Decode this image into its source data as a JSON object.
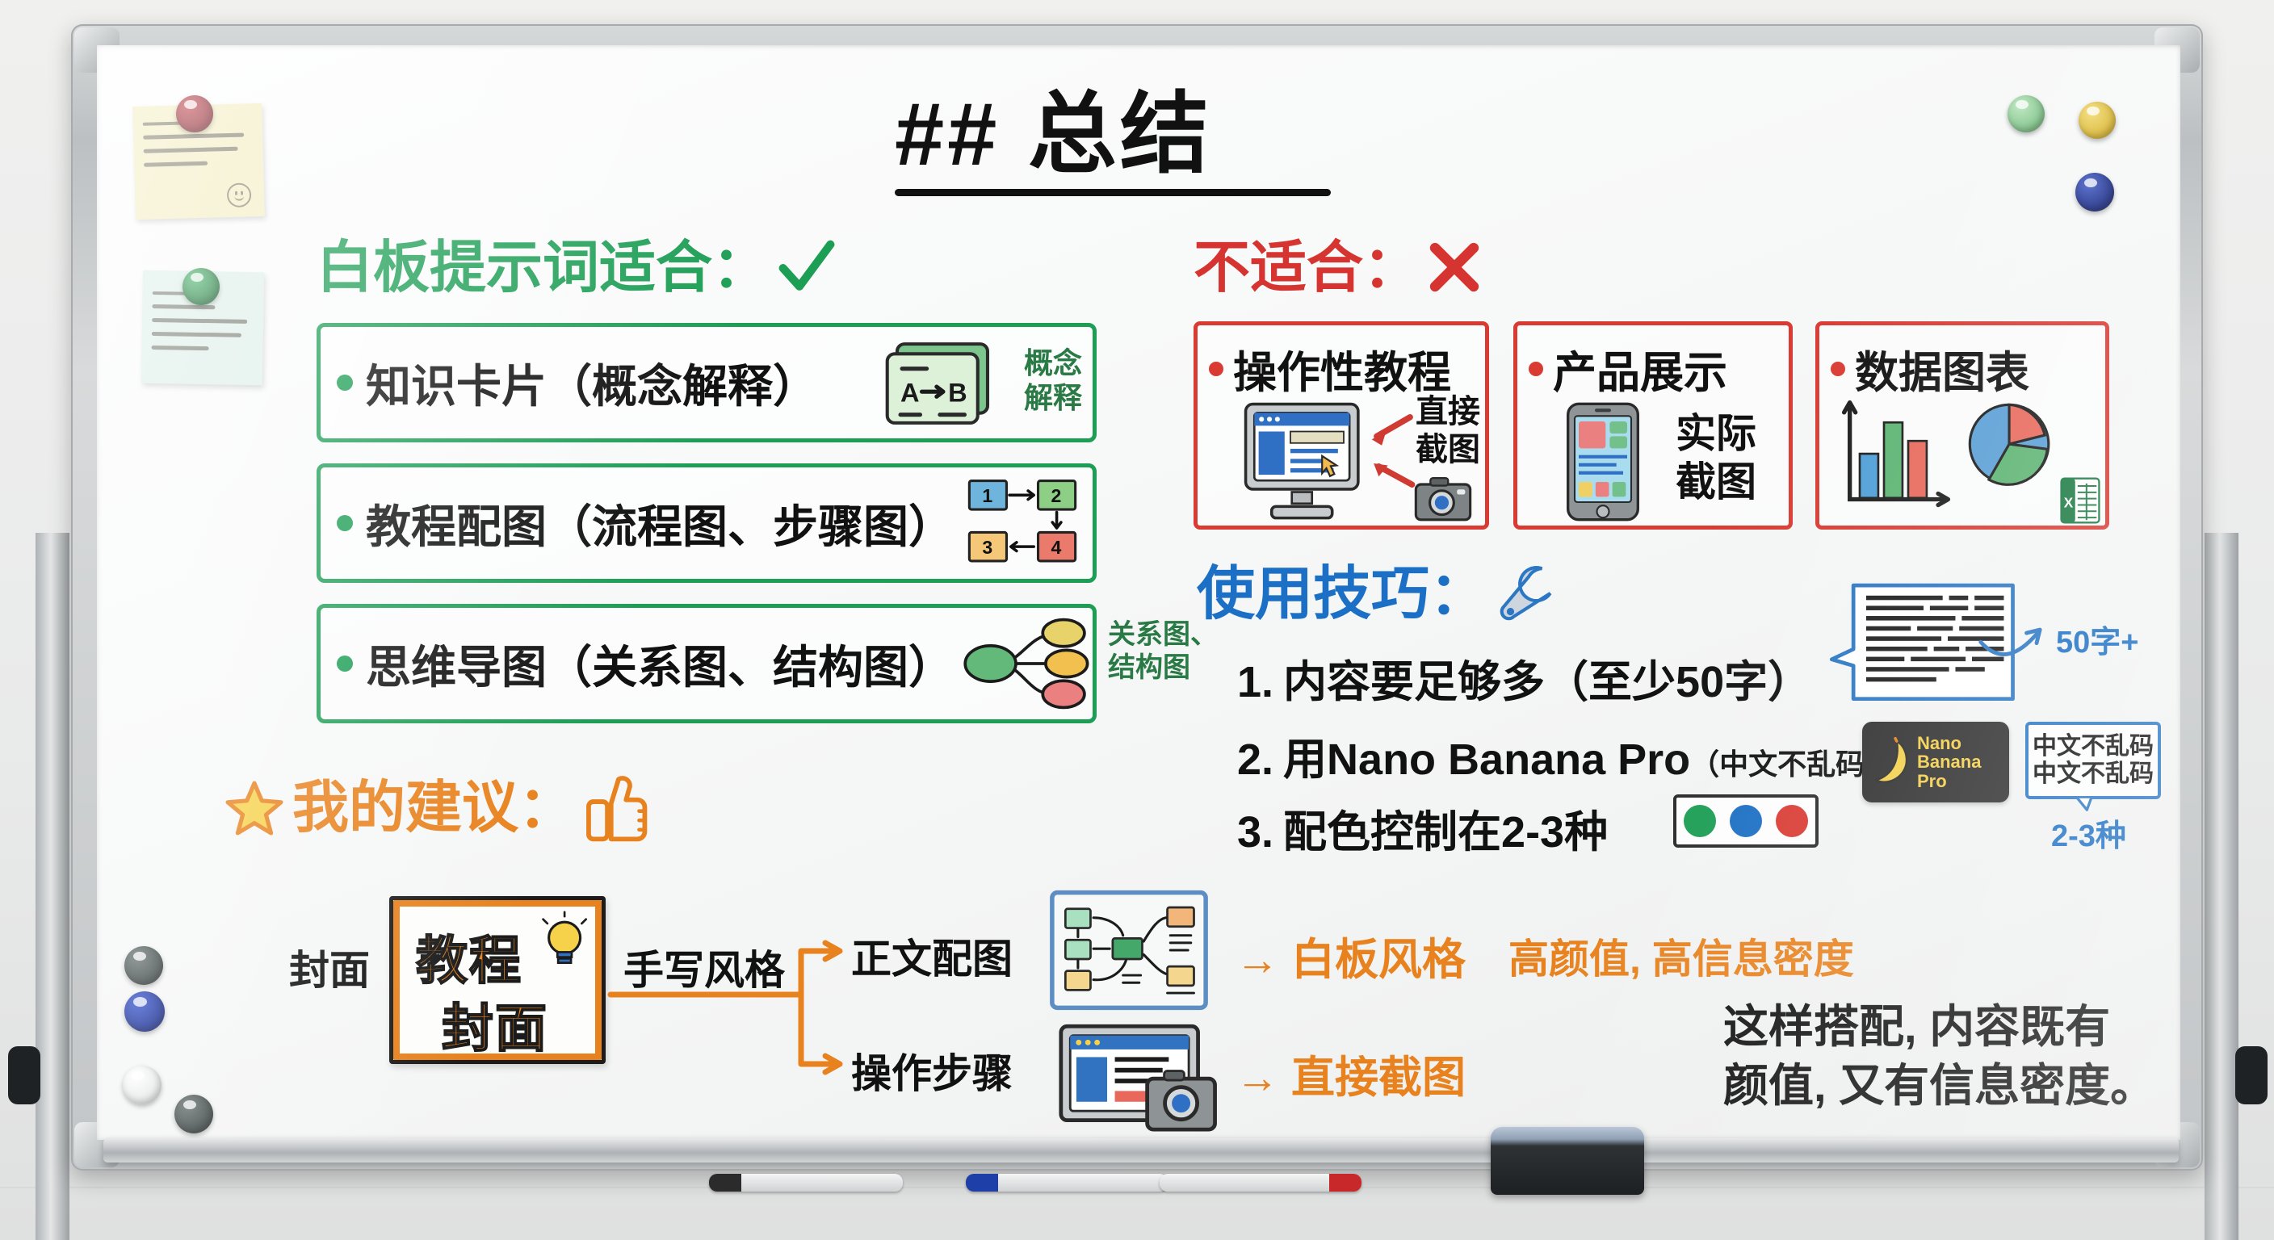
{
  "scene": {
    "medium": "whiteboard-photo",
    "title": "## 总结"
  },
  "sections": {
    "suitable": {
      "heading": "白板提示词适合：",
      "heading_icon": "check-mark-icon",
      "accent": "#1d9e55",
      "items": [
        {
          "label": "知识卡片（概念解释）",
          "icon": "concept-card-icon",
          "icon_caption": "概念\n解释"
        },
        {
          "label": "教程配图（流程图、步骤图）",
          "icon": "flow-steps-icon",
          "icon_caption": ""
        },
        {
          "label": "思维导图（关系图、结构图）",
          "icon": "mindmap-icon",
          "icon_caption": "关系图、\n结构图"
        }
      ],
      "flow_steps": [
        "1",
        "2",
        "3",
        "4"
      ],
      "card_nodes": [
        "A",
        "B"
      ]
    },
    "unsuitable": {
      "heading": "不适合：",
      "heading_icon": "cross-mark-icon",
      "accent": "#d93b33",
      "cards": [
        {
          "title": "操作性教程",
          "note": "直接\n截图",
          "icons": [
            "monitor-icon",
            "camera-icon",
            "red-arrow-icon"
          ]
        },
        {
          "title": "产品展示",
          "note": "实际\n截图",
          "icons": [
            "smartphone-icon"
          ]
        },
        {
          "title": "数据图表",
          "note": "",
          "icons": [
            "bar-chart-icon",
            "pie-chart-icon",
            "excel-icon"
          ]
        }
      ]
    },
    "tips": {
      "heading": "使用技巧：",
      "heading_icon": "wrench-icon",
      "accent": "#1b6fc4",
      "items": [
        {
          "num": "1.",
          "main": "内容要足够多（至少50字）",
          "small": ""
        },
        {
          "num": "2.",
          "main": "用Nano Banana Pro",
          "small": "（中文不乱码）"
        },
        {
          "num": "3.",
          "main": "配色控制在2-3种",
          "small": ""
        }
      ],
      "callouts": {
        "text_block_label": "50字+",
        "garbled_box_lines": [
          "中文不乱码",
          "中文不乱码"
        ],
        "palette_label": "2-3种"
      },
      "logo": {
        "line1": "Nano",
        "line2": "Banana",
        "line3": "Pro",
        "icon": "banana-icon",
        "bg": "#2f2f2f",
        "fg": "#f3cf4b"
      },
      "palette_swatches": [
        "#1d9e55",
        "#1b6fc4",
        "#d93b33"
      ]
    },
    "recommendation": {
      "heading": "我的建议：",
      "heading_icons": [
        "star-icon",
        "thumbs-up-icon"
      ],
      "accent": "#e8821e",
      "flow": {
        "start_label": "封面",
        "poster_lines": [
          "教程",
          "封面"
        ],
        "poster_icon": "lightbulb-icon",
        "edge_label": "手写风格",
        "branches": [
          {
            "label": "正文配图",
            "icon": "whiteboard-diagram-icon",
            "result": "→ 白板风格",
            "result_note": "高颜值, 高信息密度"
          },
          {
            "label": "操作步骤",
            "icon": "screenshot-camera-icon",
            "result": "→ 直接截图",
            "result_note": ""
          }
        ]
      },
      "closing": [
        "这样搭配, 内容既有",
        "颜值, 又有信息密度。"
      ]
    }
  },
  "sticky_notes": [
    {
      "color": "#f4eec4",
      "magnet_color": "#9e2b34",
      "has_smiley": true,
      "text_legible": false
    },
    {
      "color": "#dff0ea",
      "magnet_color": "#2f9351",
      "has_smiley": false,
      "text_legible": false
    }
  ],
  "magnets": [
    {
      "name": "magnet-green-top",
      "color": "#8fd49a"
    },
    {
      "name": "magnet-yellow-top",
      "color": "#e9c63f"
    },
    {
      "name": "magnet-blue-top",
      "color": "#2343a8"
    },
    {
      "name": "magnet-gray-left-1",
      "color": "#46504f"
    },
    {
      "name": "magnet-blue-left",
      "color": "#1b36a3"
    },
    {
      "name": "magnet-white-left",
      "color": "#f4f5f5"
    },
    {
      "name": "magnet-gray-left-2",
      "color": "#46504f"
    }
  ],
  "tray_items": [
    {
      "name": "marker-black",
      "color": "#2b2b2b"
    },
    {
      "name": "marker-blue",
      "color": "#1f3fa8"
    },
    {
      "name": "marker-red",
      "color": "#c8282a"
    },
    {
      "name": "eraser",
      "color": "#23262a"
    }
  ]
}
